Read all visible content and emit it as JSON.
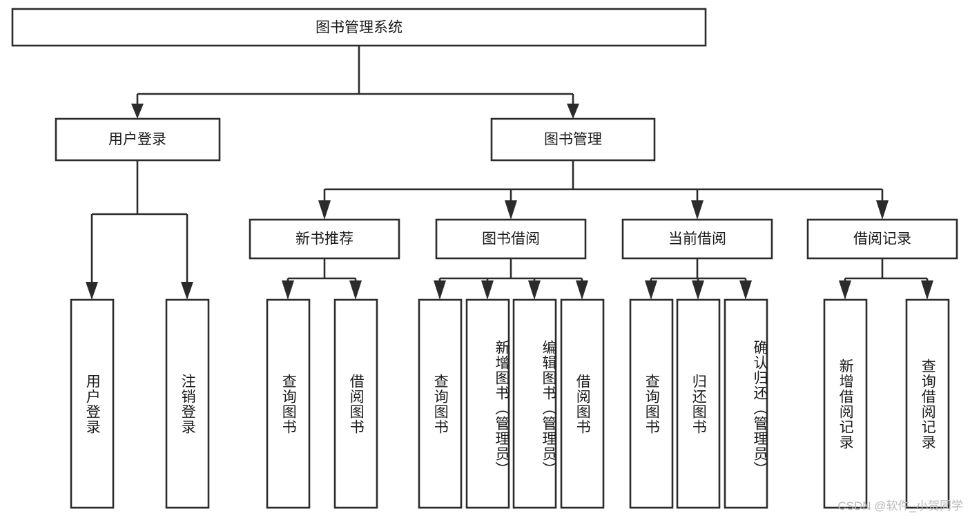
{
  "diagram": {
    "title": "图书管理系统",
    "type": "tree",
    "colors": {
      "box_stroke": "#2b2b2b",
      "box_fill": "#ffffff",
      "text": "#1a1a1a",
      "connector": "#2b2b2b",
      "watermark": "#b9b9b9",
      "background": "#ffffff"
    },
    "root": {
      "label": "图书管理系统"
    },
    "level2": [
      {
        "label": "用户登录"
      },
      {
        "label": "图书管理"
      }
    ],
    "level3": [
      {
        "label": "新书推荐"
      },
      {
        "label": "图书借阅"
      },
      {
        "label": "当前借阅"
      },
      {
        "label": "借阅记录"
      }
    ],
    "leaves": {
      "user_login": [
        {
          "label": "用户登录"
        },
        {
          "label": "注销登录"
        }
      ],
      "new_book_recommend": [
        {
          "label": "查询图书"
        },
        {
          "label": "借阅图书"
        }
      ],
      "book_borrow": [
        {
          "label": "查询图书"
        },
        {
          "label": "新增图书（管理员）"
        },
        {
          "label": "编辑图书（管理员）"
        },
        {
          "label": "借阅图书"
        }
      ],
      "current_borrow": [
        {
          "label": "查询图书"
        },
        {
          "label": "归还图书"
        },
        {
          "label": "确认归还（管理员）"
        }
      ],
      "borrow_records": [
        {
          "label": "新增借阅记录"
        },
        {
          "label": "查询借阅记录"
        }
      ]
    }
  },
  "watermark": {
    "text": "CSDN @软件_小贺同学"
  }
}
